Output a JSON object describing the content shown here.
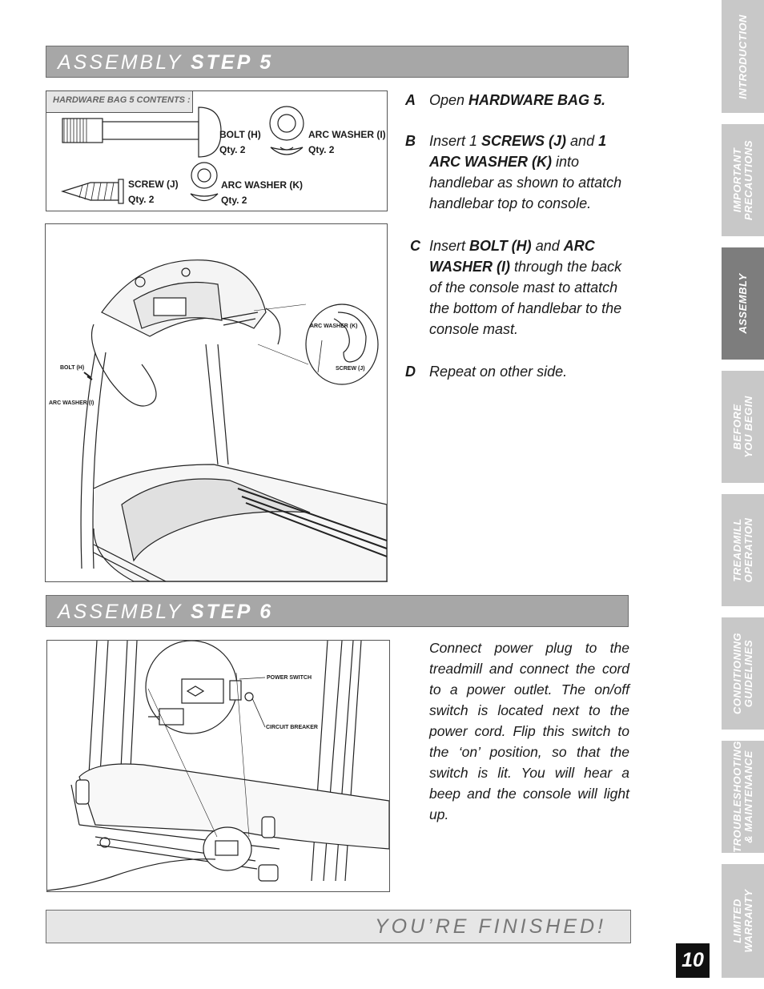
{
  "step5": {
    "prefix": "ASSEMBLY",
    "step": "STEP 5",
    "hardware_header": "HARDWARE BAG 5 CONTENTS :",
    "parts": {
      "bolt": "BOLT (H)",
      "bolt_qty": "Qty. 2",
      "arc_i": "ARC WASHER (I)",
      "arc_i_qty": "Qty. 2",
      "screw": "SCREW (J)",
      "screw_qty": "Qty. 2",
      "arc_k": "ARC WASHER (K)",
      "arc_k_qty": "Qty. 2"
    },
    "diagram_labels": {
      "bolt": "BOLT (H)",
      "arc_i": "ARC WASHER (I)",
      "arc_k": "ARC WASHER (K)",
      "screw": "SCREW (J)"
    },
    "instructions": {
      "a_letter": "A",
      "a_1": "Open ",
      "a_2": "HARDWARE BAG 5.",
      "b_letter": "B",
      "b_1": "Insert 1 ",
      "b_2": "SCREWS (J)",
      "b_3": " and ",
      "b_4": "1 ARC WASHER (K)",
      "b_5": " into handlebar as shown to attatch handlebar top to console.",
      "c_letter": "C",
      "c_1": "Insert ",
      "c_2": "BOLT (H)",
      "c_3": " and ",
      "c_4": "ARC WASHER (I)",
      "c_5": " through the back of the console mast to attatch the bottom of handlebar to the console mast.",
      "d_letter": "D",
      "d_1": "Repeat on other side."
    }
  },
  "step6": {
    "prefix": "ASSEMBLY",
    "step": "STEP 6",
    "diagram_labels": {
      "power_switch": "POWER SWITCH",
      "circuit_breaker": "CIRCUIT BREAKER"
    },
    "text": "Connect power plug to the treadmill and connect the cord to a power outlet. The on/off switch is located next to the power cord. Flip this switch to the ‘on’ position, so that the switch is lit. You will hear a beep and the console will light up."
  },
  "finished": "YOU’RE FINISHED!",
  "page_number": "10",
  "side_tabs": [
    {
      "label": "INTRODUCTION"
    },
    {
      "label": "IMPORTANT\nPRECAUTIONS"
    },
    {
      "label": "ASSEMBLY"
    },
    {
      "label": "BEFORE\nYOU BEGIN"
    },
    {
      "label": "TREADMILL\nOPERATION"
    },
    {
      "label": "CONDITIONING\nGUIDELINES"
    },
    {
      "label": "TROUBLESHOOTING\n& MAINTENANCE"
    },
    {
      "label": "LIMITED\nWARRANTY"
    }
  ],
  "colors": {
    "banner": "#a7a7a7",
    "tab": "#c8c8c8",
    "tab_active": "#7d7d7d",
    "finished_bar": "#e6e6e6"
  }
}
